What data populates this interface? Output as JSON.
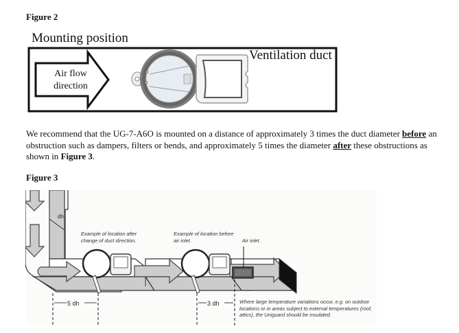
{
  "figure2": {
    "label": "Figure 2",
    "title": "Mounting position",
    "duct_label": "Ventilation duct",
    "arrow_text_line1": "Air flow",
    "arrow_text_line2": "direction"
  },
  "paragraph": {
    "part1": "We recommend that the UG-7-A6O is mounted on a distance of approximately 3 times the duct diameter ",
    "emph1": "before",
    "part2": " an obstruction such as dampers, filters or bends, and approximately 5 times the diameter ",
    "emph2": "after",
    "part3": " these obstructions as shown in ",
    "ref": "Figure 3",
    "part4": "."
  },
  "figure3": {
    "label": "Figure 3",
    "dh_label": "dh",
    "note_after_line1": "Example of location after",
    "note_after_line2": "change of duct direction.",
    "note_before_line1": "Example of location before",
    "note_before_line2": "air inlet.",
    "air_inlet_label": "Air inlet.",
    "dim_5": "5 dh",
    "dim_3": "3 dh",
    "insulation_note_line1": "Where large temperature variations occur, e.g. on outdoor",
    "insulation_note_line2": "locations or in areas subject to external temperatures (roof,",
    "insulation_note_line3": "attics), the Uniguard should be insulated."
  }
}
